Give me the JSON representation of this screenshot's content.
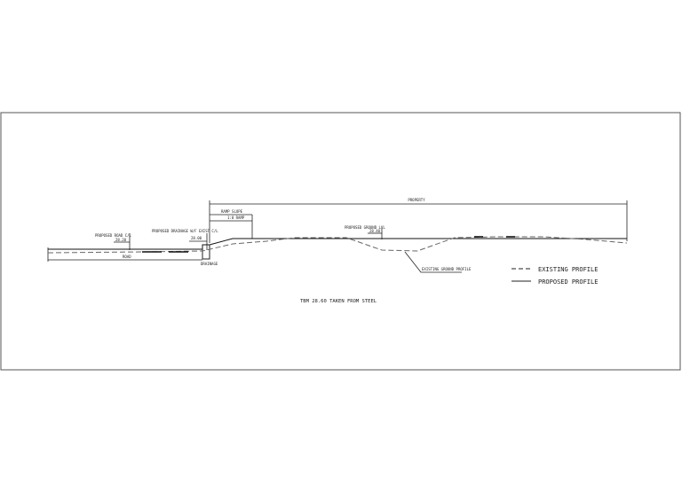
{
  "drawing": {
    "labels": {
      "property": "PROPERTY",
      "proposed_road_cl": "PROPOSED ROAD C/L",
      "proposed_road_cl_value": "28.20",
      "proposed_drainage_cl": "PROPOSED DRAINAGE W/F EXIST C/L",
      "proposed_drainage_value": "28.00",
      "road": "ROAD",
      "drainage": "DRAINAGE",
      "ramp_slope": "RAMP SLOPE",
      "ramp_slope_value": "1:8 RAMP",
      "proposed_ground_level": "PROPOSED GROUND LVL",
      "proposed_ground_level_value": "28.40",
      "existing_ground_profile": "EXISTING GROUND PROFILE",
      "tbm_note": "TBM 28.60 TAKEN FROM STEEL"
    },
    "legend": {
      "existing": "EXISTING PROFILE",
      "proposed": "PROPOSED PROFILE"
    }
  }
}
